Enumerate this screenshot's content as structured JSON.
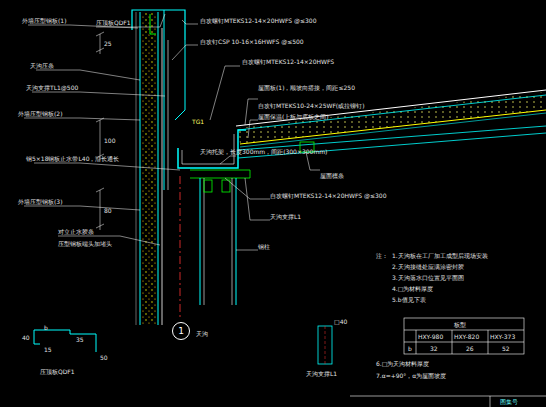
{
  "diagram": {
    "nodes": [
      {
        "text": [
          "1"
        ]
      }
    ],
    "labels": [
      "外墙压型钢板(1)",
      "压顶板QDF1",
      "自攻螺钉MTEKS12-14×20HWFS @≤300",
      "自攻钉CSP 10-16×16HWFS @≤500",
      "25",
      "天沟压条",
      "天沟支撑TL1@500",
      "自攻螺钉MTEKS12-14×20HWFS",
      "外墙压型钢板(2)",
      "100",
      "TG1",
      "钢5×18钢板止水带L40，沿长通长",
      "外墙压型钢板(3)",
      "80",
      "对立止水胶条",
      "压型钢板端头加堵头",
      "屋面板(1)，顺坡向搭接，间距≤250",
      "自攻钉MTEKS10-24×25WF(或拉铆钉)",
      "屋面保温(上板与底板之间)",
      "天沟托架，长度300mm，间距(300×300mm)",
      "屋面檩条",
      "自攻螺钉MTEKS12-14×20HWFS @≤300",
      "天沟支撑L1",
      "钢柱",
      "天沟",
      "注：",
      "1.天沟板在工厂加工成型后现场安装",
      "2.天沟接缝处应满涂密封胶",
      "3.天沟落水口位置见平面图",
      "4.□为材料厚度",
      "5.b值见下表",
      "板型",
      "HXY-980",
      "HXY-820",
      "HXY-373",
      "b",
      "32",
      "26",
      "52",
      "6.□为天沟材料厚度",
      "7.α=+90°，α为屋面坡度",
      "40",
      "b",
      "35",
      "15",
      "50",
      "压顶板QDF1",
      "□40",
      "天沟支撑L1",
      "图集号"
    ]
  }
}
